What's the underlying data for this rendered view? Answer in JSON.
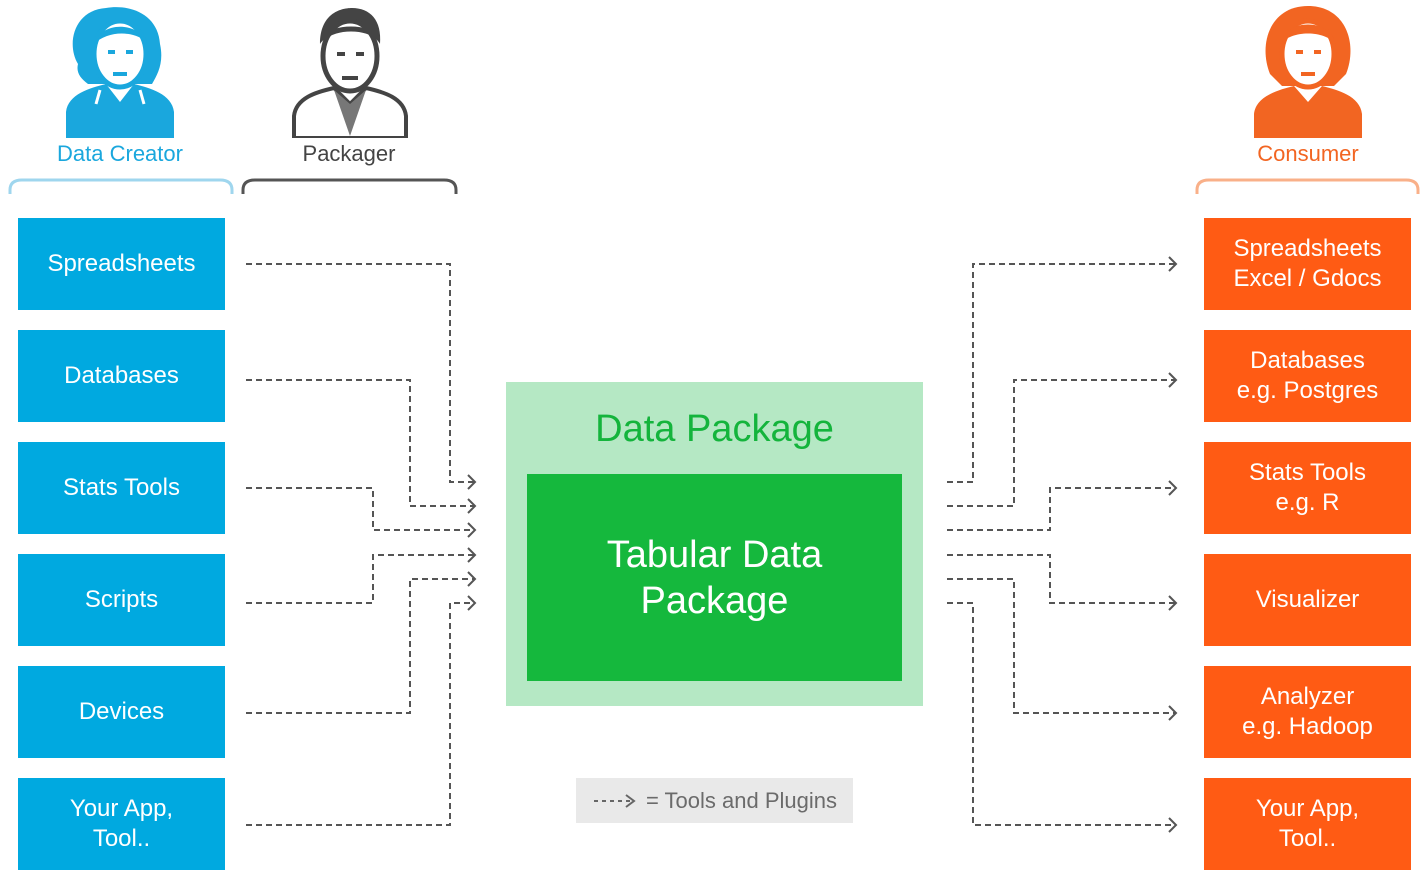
{
  "roles": {
    "creator": {
      "label": "Data Creator",
      "color": "#1aa7dd"
    },
    "packager": {
      "label": "Packager",
      "color": "#444444"
    },
    "consumer": {
      "label": "Consumer",
      "color": "#f26522"
    }
  },
  "sources": [
    {
      "label": "Spreadsheets"
    },
    {
      "label": "Databases"
    },
    {
      "label": "Stats Tools"
    },
    {
      "label": "Scripts"
    },
    {
      "label": "Devices"
    },
    {
      "label": "Your App,\nTool.."
    }
  ],
  "package": {
    "outer_label": "Data Package",
    "inner_label": "Tabular Data\nPackage"
  },
  "consumers": [
    {
      "label": "Spreadsheets\nExcel / Gdocs"
    },
    {
      "label": "Databases\ne.g. Postgres"
    },
    {
      "label": "Stats Tools\ne.g. R"
    },
    {
      "label": "Visualizer"
    },
    {
      "label": "Analyzer\ne.g. Hadoop"
    },
    {
      "label": "Your App,\nTool.."
    }
  ],
  "legend": {
    "text": "= Tools and Plugins"
  },
  "colors": {
    "source_box": "#00a9e0",
    "consumer_box": "#ff5b14",
    "package_outer": "#b5e8c4",
    "package_inner": "#15b83d",
    "package_title": "#14b43c",
    "connector": "#555555"
  }
}
